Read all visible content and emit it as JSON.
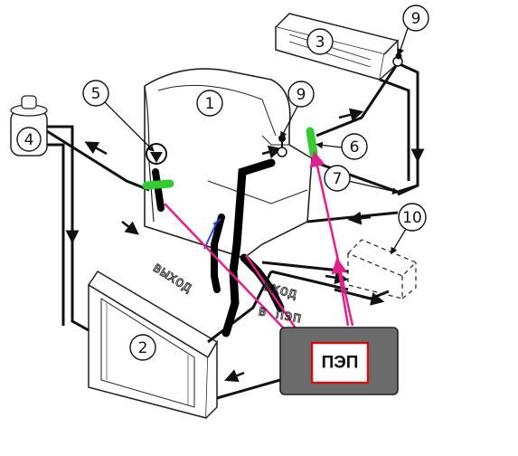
{
  "components": [
    {
      "id": "engine",
      "number": "1"
    },
    {
      "id": "radiator",
      "number": "2"
    },
    {
      "id": "heater-core",
      "number": "3"
    },
    {
      "id": "expansion-tank",
      "number": "4"
    },
    {
      "id": "water-pump",
      "number": "5"
    },
    {
      "id": "thermostat",
      "number": "6"
    },
    {
      "id": "coolant-hoses",
      "number": "7"
    },
    {
      "id": "valve-left",
      "number": "9"
    },
    {
      "id": "valve-right",
      "number": "9"
    },
    {
      "id": "extra-unit",
      "number": "10"
    }
  ],
  "annotations": {
    "outlet": "выход",
    "inlet": "вход",
    "inlet_continued": "в пэп"
  },
  "pep_box": {
    "label": "ПЭП"
  },
  "colors": {
    "pipe": "#111111",
    "highlight_green": "#33cc33",
    "arrow_magenta": "#e0218a",
    "pep_fill": "#6b6b6b",
    "pep_border": "#cc1111"
  }
}
